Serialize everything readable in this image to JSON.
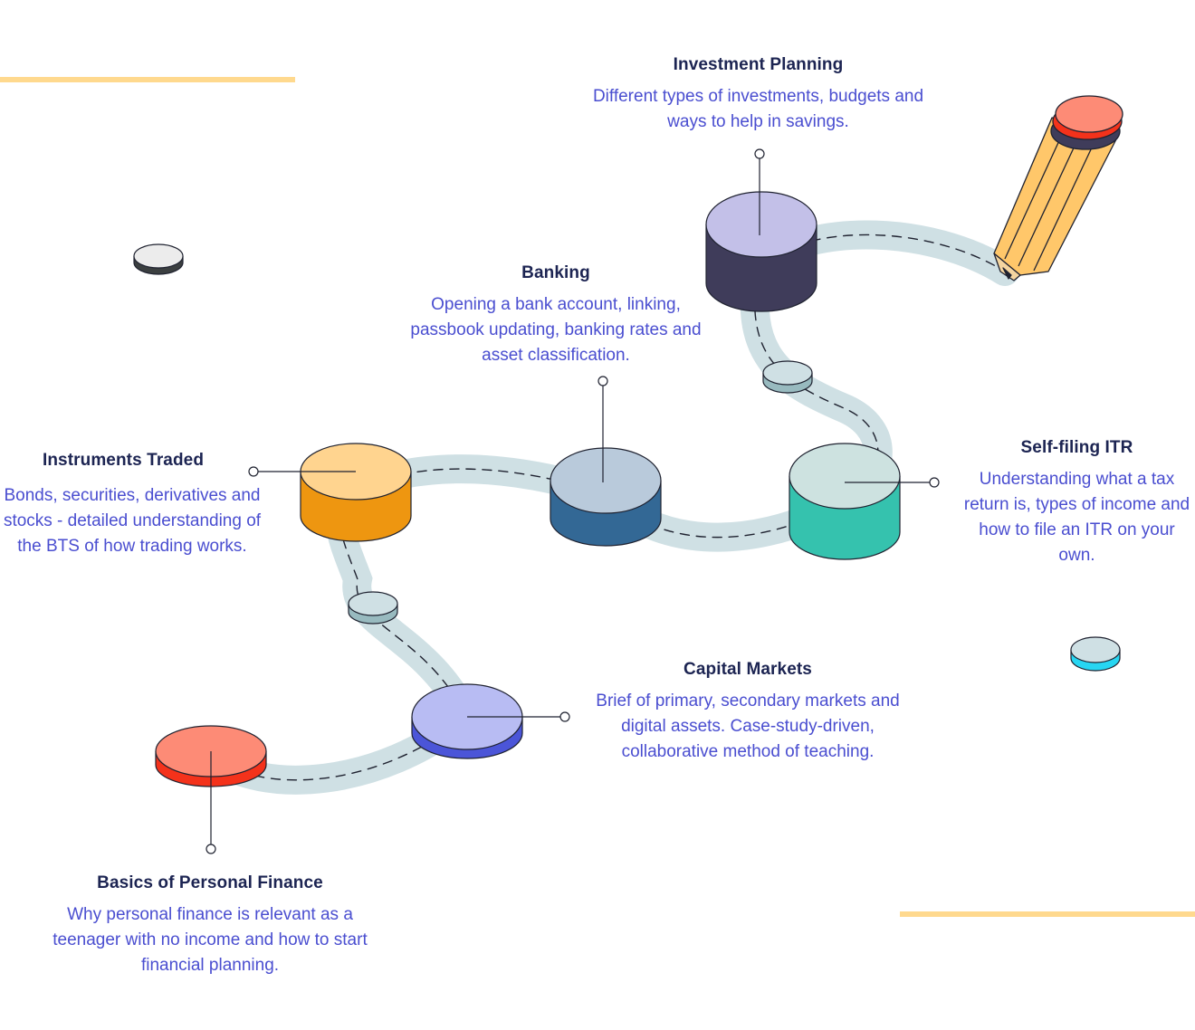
{
  "topics": {
    "investment_planning": {
      "title": "Investment Planning",
      "description": "Different types of investments, budgets and ways to help in savings."
    },
    "banking": {
      "title": "Banking",
      "description": "Opening a bank account, linking, passbook updating, banking rates and asset classification."
    },
    "instruments_traded": {
      "title": "Instruments Traded",
      "description": "Bonds, securities, derivatives and stocks - detailed understanding of the BTS of how trading works."
    },
    "self_filing_itr": {
      "title": "Self-filing ITR",
      "description": "Understanding what a tax return is, types of income and how to file an ITR on your own."
    },
    "capital_markets": {
      "title": "Capital Markets",
      "description": "Brief of primary, secondary markets and digital assets. Case-study-driven, collaborative method of teaching."
    },
    "basics_personal_finance": {
      "title": "Basics of Personal Finance",
      "description": "Why personal finance is relevant as a teenager with no income and how to start financial planning."
    }
  },
  "colors": {
    "path": "#cfe0e4",
    "accent_line": "#ffd98e",
    "title_text": "#1c2452",
    "body_text": "#4a4ed0",
    "outline": "#1f2230",
    "basics_top": "#fd8b76",
    "basics_side": "#f4321b",
    "capital_top": "#b8bcf3",
    "capital_side": "#4b55d8",
    "instruments_top": "#ffd48f",
    "instruments_side": "#ee9610",
    "banking_top": "#b9cadb",
    "banking_side": "#336895",
    "itr_top": "#cde2e0",
    "itr_side": "#35c2ae",
    "investment_top": "#c3c0e8",
    "investment_side": "#3f3c5a",
    "pencil_body": "#ffc76a",
    "pencil_eraser": "#fd8b76"
  },
  "icons": [
    "pencil-icon",
    "token-icon"
  ]
}
